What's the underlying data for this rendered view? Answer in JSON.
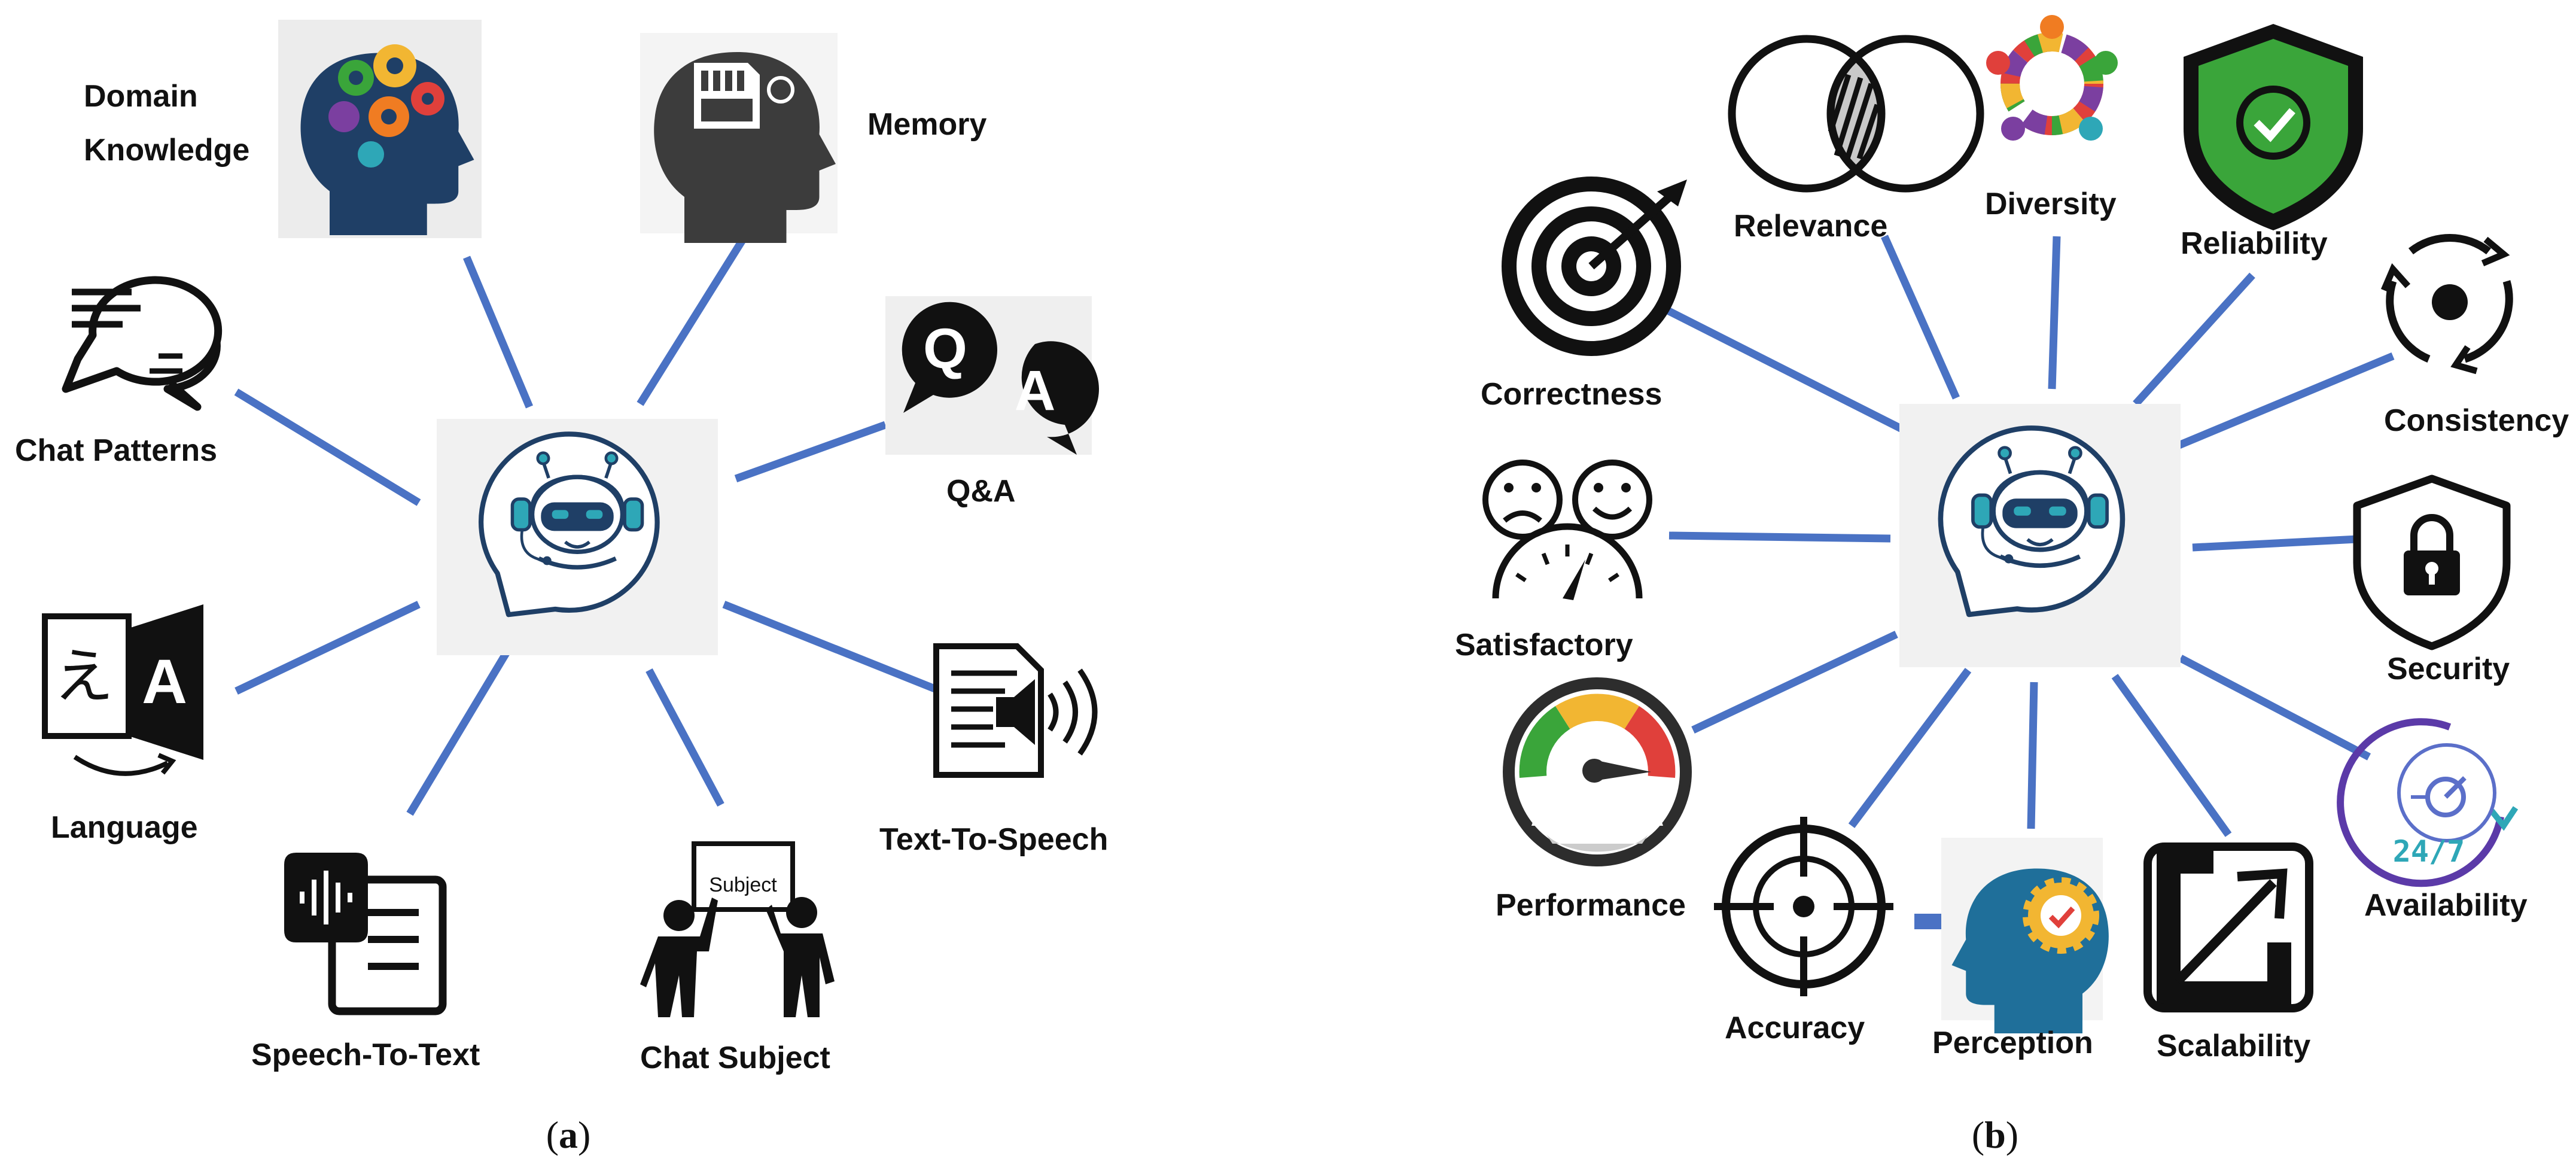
{
  "colors": {
    "spoke": "#4a72c4",
    "icon_dark": "#111111",
    "teal": "#2ea7b7",
    "navy": "#1f3f66",
    "green": "#3aa53a",
    "red": "#e0403b",
    "yellow": "#f2b632"
  },
  "panel_a": {
    "caption_open": "(",
    "caption_letter": "a",
    "caption_close": ")",
    "center_icon": "chatbot-icon",
    "items": [
      {
        "label_line1": "Domain",
        "label_line2": "Knowledge",
        "icon": "brain-gears-icon"
      },
      {
        "label": "Memory",
        "icon": "head-memory-card-icon"
      },
      {
        "label": "Chat Patterns",
        "icon": "chat-bubbles-icon"
      },
      {
        "label": "Q&A",
        "icon": "qa-bubbles-icon"
      },
      {
        "label": "Language",
        "icon": "translate-icon"
      },
      {
        "label": "Text-To-Speech",
        "icon": "text-to-speech-icon"
      },
      {
        "label": "Speech-To-Text",
        "icon": "speech-to-text-icon"
      },
      {
        "label": "Chat Subject",
        "icon": "presenters-board-icon",
        "board_text": "Subject"
      }
    ]
  },
  "panel_b": {
    "caption_open": "(",
    "caption_letter": "b",
    "caption_close": ")",
    "center_icon": "chatbot-icon",
    "items": [
      {
        "label": "Relevance",
        "icon": "venn-icon"
      },
      {
        "label": "Diversity",
        "icon": "diversity-circle-icon"
      },
      {
        "label": "Reliability",
        "icon": "shield-check-icon"
      },
      {
        "label": "Correctness",
        "icon": "target-dart-icon"
      },
      {
        "label": "Consistency",
        "icon": "cycle-arrows-icon"
      },
      {
        "label": "Satisfactory",
        "icon": "faces-gauge-icon"
      },
      {
        "label": "Security",
        "icon": "shield-lock-icon"
      },
      {
        "label": "Performance",
        "icon": "speedometer-icon"
      },
      {
        "label": "Availability",
        "icon": "availability-24-7-icon",
        "badge_text": "24/7"
      },
      {
        "label": "Accuracy",
        "icon": "crosshair-icon"
      },
      {
        "label": "Perception",
        "icon": "head-gear-icon"
      },
      {
        "label": "Scalability",
        "icon": "expand-arrow-icon"
      }
    ]
  }
}
